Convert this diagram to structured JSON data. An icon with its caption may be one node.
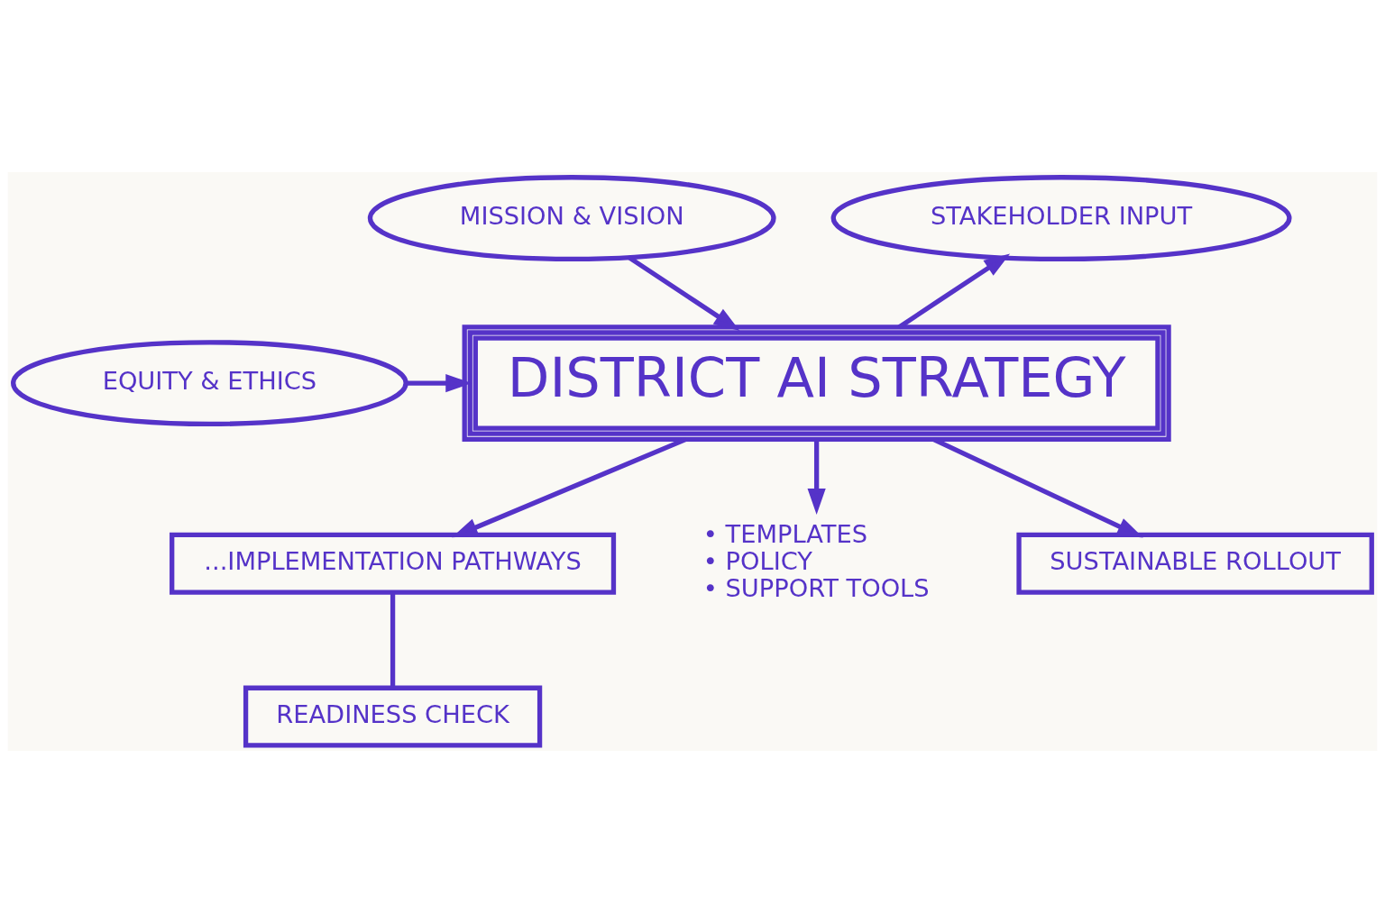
{
  "diagram": {
    "nodes": [
      {
        "text": [
          "MISSION & VISION"
        ]
      },
      {
        "text": [
          "STAKEHOLDER INPUT"
        ]
      },
      {
        "text": [
          "DISTRICT AI STRATEGY"
        ]
      },
      {
        "text": [
          "EQUITY & ETHICS"
        ]
      },
      {
        "text": [
          "...IMPLEMENTATION PATHWAYS"
        ]
      },
      {
        "text": [
          "READINESS CHECK"
        ]
      },
      {
        "text": [
          "• TEMPLATES",
          "• POLICY",
          "• SUPPORT TOOLS"
        ]
      },
      {
        "text": [
          "SUSTAINABLE ROLLOUT"
        ]
      }
    ],
    "edges": [
      {
        "from": 0,
        "to": 2,
        "arrow": "to"
      },
      {
        "from": 2,
        "to": 1,
        "arrow": "to"
      },
      {
        "from": 3,
        "to": 2,
        "arrow": "to"
      },
      {
        "from": 2,
        "to": 4,
        "arrow": "to"
      },
      {
        "from": 2,
        "to": 6,
        "arrow": "to"
      },
      {
        "from": 2,
        "to": 7,
        "arrow": "to"
      },
      {
        "from": 4,
        "to": 5,
        "arrow": "none"
      }
    ]
  }
}
